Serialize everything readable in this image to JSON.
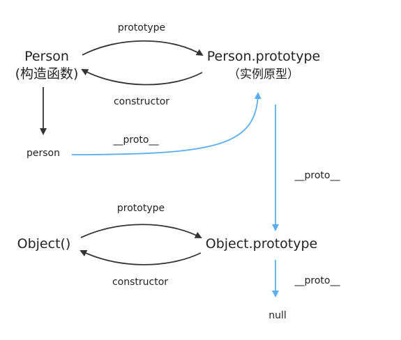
{
  "colors": {
    "dark_edge": "#333333",
    "blue_edge": "#5aaef0",
    "text": "#222222"
  },
  "nodes": {
    "person_ctor": {
      "name": "Person",
      "sub": "(构造函数)"
    },
    "person_proto": {
      "name": "Person.prototype",
      "sub": "（实例原型）"
    },
    "person_instance": {
      "name": "person"
    },
    "object_ctor": {
      "name": "Object()"
    },
    "object_proto": {
      "name": "Object.prototype"
    },
    "null_node": {
      "name": "null"
    }
  },
  "edges": {
    "person_prototype": {
      "label": "prototype"
    },
    "person_constructor": {
      "label": "constructor"
    },
    "person_instance_proto": {
      "label": "__proto__"
    },
    "person_proto_proto": {
      "label": "__proto__"
    },
    "object_prototype": {
      "label": "prototype"
    },
    "object_constructor": {
      "label": "constructor"
    },
    "object_proto_proto": {
      "label": "__proto__"
    }
  }
}
